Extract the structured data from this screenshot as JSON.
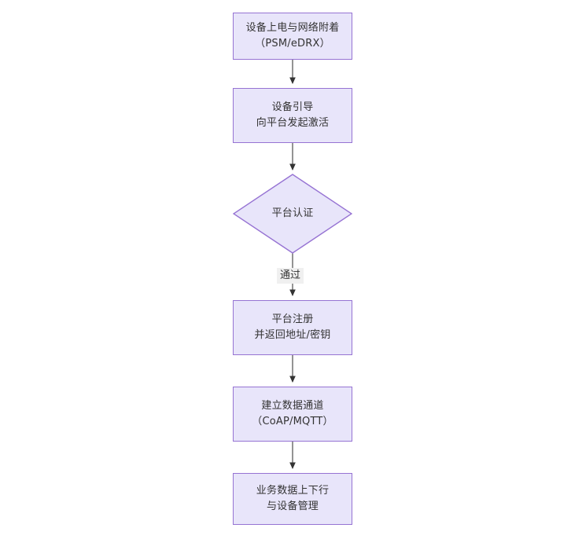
{
  "diagram": {
    "type": "flowchart",
    "orientation": "top-to-bottom",
    "title_visible": false,
    "colors": {
      "node_fill": "#e8e5fa",
      "node_border": "#9673d3",
      "text": "#333333",
      "edge": "#4d4d4d",
      "edge_label_bg": "#f0f0f0",
      "background": "#ffffff"
    },
    "nodes": [
      {
        "id": "power-on",
        "shape": "rectangle",
        "lines": [
          "设备上电与网络附着",
          "（PSM/eDRX）"
        ]
      },
      {
        "id": "bootstrap",
        "shape": "rectangle",
        "lines": [
          "设备引导",
          "向平台发起激活"
        ]
      },
      {
        "id": "platform-auth",
        "shape": "diamond",
        "lines": [
          "平台认证"
        ]
      },
      {
        "id": "platform-register",
        "shape": "rectangle",
        "lines": [
          "平台注册",
          "并返回地址/密钥"
        ]
      },
      {
        "id": "data-channel",
        "shape": "rectangle",
        "lines": [
          "建立数据通道",
          "（CoAP/MQTT）"
        ]
      },
      {
        "id": "service-data",
        "shape": "rectangle",
        "lines": [
          "业务数据上下行",
          "与设备管理"
        ]
      }
    ],
    "edges": [
      {
        "from": "power-on",
        "to": "bootstrap",
        "label": ""
      },
      {
        "from": "bootstrap",
        "to": "platform-auth",
        "label": ""
      },
      {
        "from": "platform-auth",
        "to": "platform-register",
        "label": "通过"
      },
      {
        "from": "platform-register",
        "to": "data-channel",
        "label": ""
      },
      {
        "from": "data-channel",
        "to": "service-data",
        "label": ""
      }
    ]
  }
}
